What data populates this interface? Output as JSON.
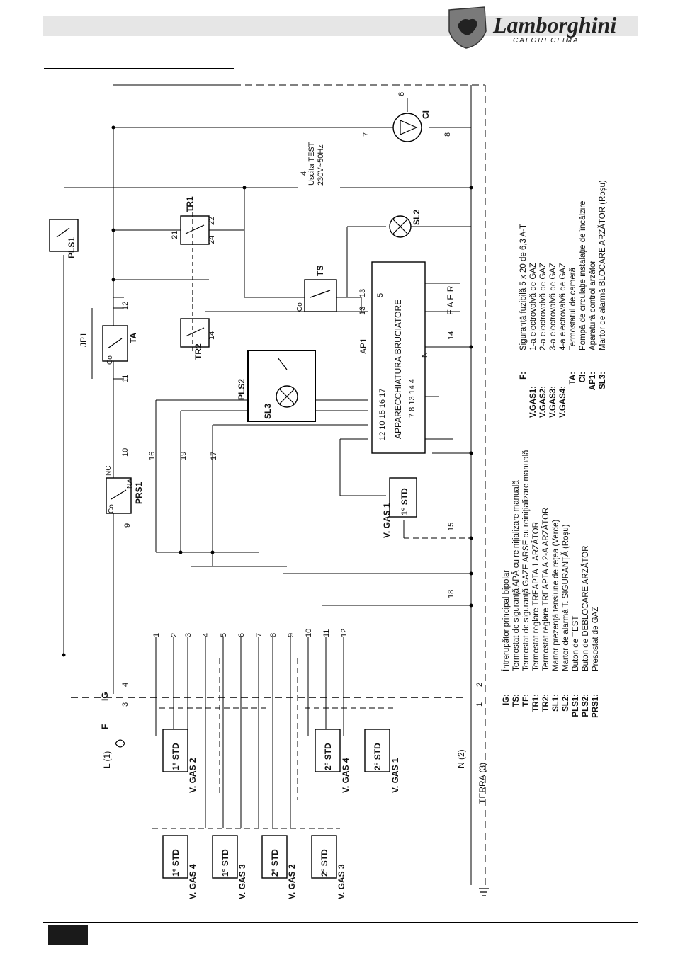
{
  "header": {
    "brand": "Lamborghini",
    "sub_brand": "CALORECLIMA"
  },
  "labels": {
    "TR1": "TR1",
    "TR2": "TR2",
    "TS": "TS",
    "TA": "TA",
    "JP1": "JP1",
    "PLS1": "PLS1",
    "PLS2": "PLS2",
    "SL2": "SL2",
    "SL3": "SL3",
    "PRS1": "PRS1",
    "CI": "CI",
    "AP1": "AP1",
    "IG": "IG",
    "F": "F",
    "apparecchiatura": "APPARECCHIATURA BRUCIATORE",
    "uscita_1": "Uscita TEST",
    "uscita_2": "230V~50Hz",
    "L": "L (1)",
    "N": "N (2)",
    "TERRA": "TERRA (3)",
    "co": "Co",
    "nc": "NC",
    "na": "NA",
    "eaer": "E A E R",
    "t_4": "4",
    "t_5": "5",
    "t_6": "6",
    "t_7": "7",
    "t_8": "8",
    "t_9": "9",
    "t_10": "10",
    "t_11": "11",
    "t_12": "12",
    "t_13": "13",
    "t_14": "14",
    "t_15": "15",
    "t_16": "16",
    "t_17": "17",
    "t_18": "18",
    "t_19": "19",
    "t_21": "21",
    "t_22": "22",
    "t_24": "24",
    "t_1": "1",
    "t_2": "2",
    "t_3": "3",
    "ap_row1": "12 10 15 16 17",
    "ap_row2": "7 8 13 14 4",
    "ap_n": "N",
    "ap_13": "13",
    "conn_1": "1",
    "conn_2": "2",
    "conn_3": "3",
    "conn_4": "4",
    "conn_5": "5",
    "conn_6": "6",
    "conn_7": "7",
    "conn_8": "8",
    "conn_9": "9",
    "conn_10": "10",
    "conn_11": "11",
    "conn_12": "12",
    "std1": "1° STD",
    "std2": "2° STD",
    "vgas1": "V. GAS 1",
    "vgas2": "V. GAS 2",
    "vgas3": "V. GAS 3",
    "vgas4": "V. GAS 4"
  },
  "legend_left": [
    {
      "code": "IG:",
      "text": "Întrerupător principal bipolar"
    },
    {
      "code": "TS:",
      "text": "Termostat de siguranță APĂ cu reinițializare manuală"
    },
    {
      "code": "TF:",
      "text": "Termostat de siguranță GAZE ARSE cu reinițializare manuală"
    },
    {
      "code": "TR1:",
      "text": "Termostat reglare TREAPTA 1 ARZĂTOR"
    },
    {
      "code": "TR2:",
      "text": "Termostat reglare TREAPTA A 2-A ARZĂTOR"
    },
    {
      "code": "SL1:",
      "text": "Martor prezență tensiune de rețea (Verde)"
    },
    {
      "code": "SL2:",
      "text": "Martor de alarmă T. SIGURANȚĂ (Roșu)"
    },
    {
      "code": "PLS1:",
      "text": "Buton de TEST"
    },
    {
      "code": "PLS2:",
      "text": "Buton de DEBLOCARE ARZĂTOR"
    },
    {
      "code": "PRS1:",
      "text": "Presostat de GAZ"
    }
  ],
  "legend_right": [
    {
      "code": "F:",
      "text": "Siguranță fuzibilă 5 x 20 de 6,3 A-T"
    },
    {
      "code": "V.GAS1:",
      "text": "1-a electrovalvă de GAZ"
    },
    {
      "code": "V.GAS2:",
      "text": "2-a electrovalvă de GAZ"
    },
    {
      "code": "V.GAS3:",
      "text": "3-a electrovalvă de GAZ"
    },
    {
      "code": "V.GAS4:",
      "text": "4-a electrovalvă de GAZ"
    },
    {
      "code": "TA:",
      "text": "Termostatul de cameră"
    },
    {
      "code": "CI:",
      "text": "Pompă de circulație instalație de încălzire"
    },
    {
      "code": "AP1:",
      "text": "Aparatură control arzător"
    },
    {
      "code": "SL3:",
      "text": "Martor de alarmă BLOCARE ARZĂTOR (Roșu)"
    }
  ]
}
